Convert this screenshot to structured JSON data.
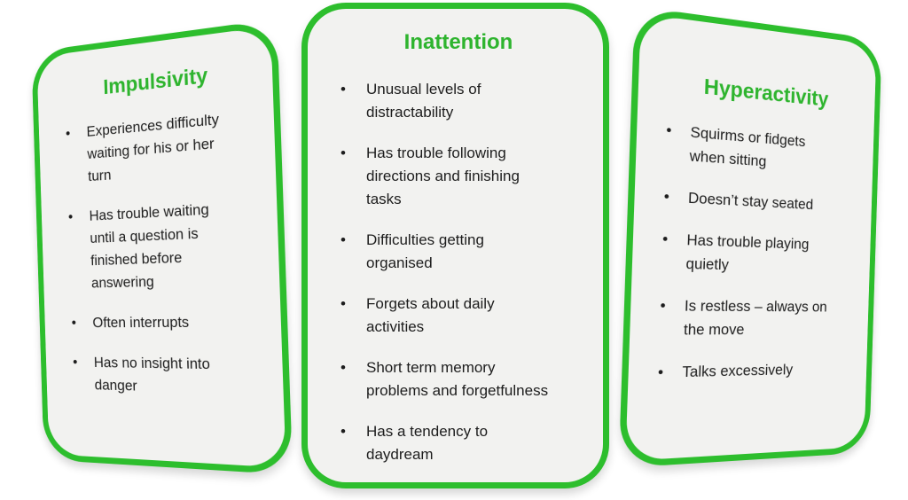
{
  "colors": {
    "card_border_green": "#2dbe2d",
    "heading_green": "#2eb42e",
    "body_text": "#1d1d1d",
    "card_background": "#f2f2f0"
  },
  "icons": {
    "bullet_glyph": "•"
  },
  "cards": [
    {
      "title": "Impulsivity",
      "items": [
        "Experiences difficulty\nwaiting for his or her\nturn",
        "Has trouble waiting\nuntil a question is\nfinished before\nanswering",
        "Often interrupts",
        "Has no insight into\ndanger"
      ]
    },
    {
      "title": "Inattention",
      "items": [
        "Unusual levels of\ndistractability",
        "Has trouble following\ndirections and finishing\ntasks",
        "Difficulties getting\norganised",
        "Forgets about daily\nactivities",
        "Short term memory\nproblems and forgetfulness",
        "Has a tendency to\ndaydream"
      ]
    },
    {
      "title": "Hyperactivity",
      "items": [
        "Squirms or fidgets\nwhen sitting",
        "Doesn’t stay seated",
        "Has trouble playing\nquietly",
        "Is restless – always on\nthe move",
        "Talks excessively"
      ]
    }
  ]
}
